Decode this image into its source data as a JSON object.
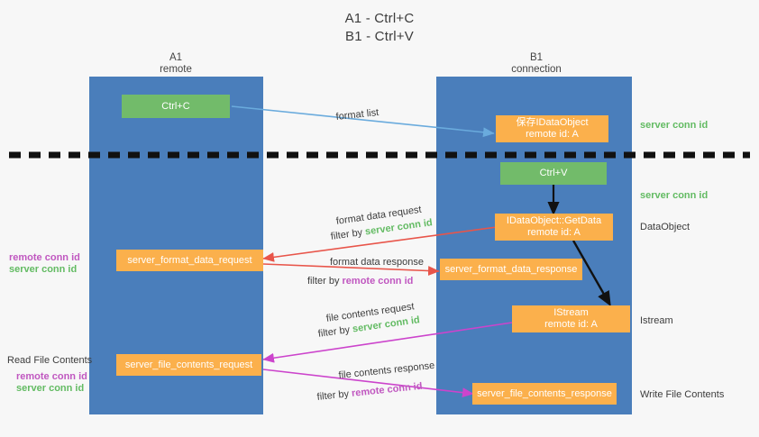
{
  "title": {
    "line1": "A1 - Ctrl+C",
    "line2": "B1 - Ctrl+V"
  },
  "columns": [
    {
      "name": "A1",
      "role": "remote"
    },
    {
      "name": "B1",
      "role": "connection"
    }
  ],
  "nodes": {
    "ctrl_c": {
      "label": "Ctrl+C"
    },
    "save_idataobject": {
      "label": "保存IDataObject",
      "sub": "remote id: A"
    },
    "ctrl_v": {
      "label": "Ctrl+V"
    },
    "getdata": {
      "label": "IDataObject::GetData",
      "sub": "remote id: A"
    },
    "istream": {
      "label": "IStream",
      "sub": "remote id: A"
    },
    "server_format_data_request": {
      "label": "server_format_data_request"
    },
    "server_format_data_response": {
      "label": "server_format_data_response"
    },
    "server_file_contents_request": {
      "label": "server_file_contents_request"
    },
    "server_file_contents_response": {
      "label": "server_file_contents_response"
    }
  },
  "edge_labels": {
    "format_list": "format list",
    "format_data_request": "format data request",
    "format_data_request_filter_prefix": "filter by ",
    "format_data_request_filter_token": "server conn id",
    "format_data_response": "format data response",
    "format_data_response_filter_prefix": "filter by ",
    "format_data_response_filter_token": "remote conn id",
    "file_contents_request": "file contents request",
    "file_contents_request_filter_prefix": "filter by ",
    "file_contents_request_filter_token": "server conn id",
    "file_contents_response": "file contents response",
    "file_contents_response_filter_prefix": "filter by ",
    "file_contents_response_filter_token": "remote conn id"
  },
  "right_labels": {
    "server_conn_id_top": "server conn id",
    "server_conn_id_mid": "server conn id",
    "data_object": "DataObject",
    "istream": "Istream",
    "write_file_contents": "Write File Contents"
  },
  "left_labels": {
    "remote_conn_id_mid": "remote conn id",
    "server_conn_id_mid": "server conn id",
    "read_file_contents": "Read File Contents",
    "remote_conn_id_bottom": "remote conn id",
    "server_conn_id_bottom": "server conn id"
  },
  "colors": {
    "lane": "#4a7ebb",
    "green_node": "#72bb6a",
    "orange_node": "#fbb04c",
    "green_text": "#63bb63",
    "magenta_text": "#c057c0",
    "light_blue_arrow": "#6aabdd",
    "red_arrow": "#e8554a",
    "magenta_arrow": "#cc44cc",
    "black_arrow": "#111111",
    "background": "#f7f7f7"
  }
}
